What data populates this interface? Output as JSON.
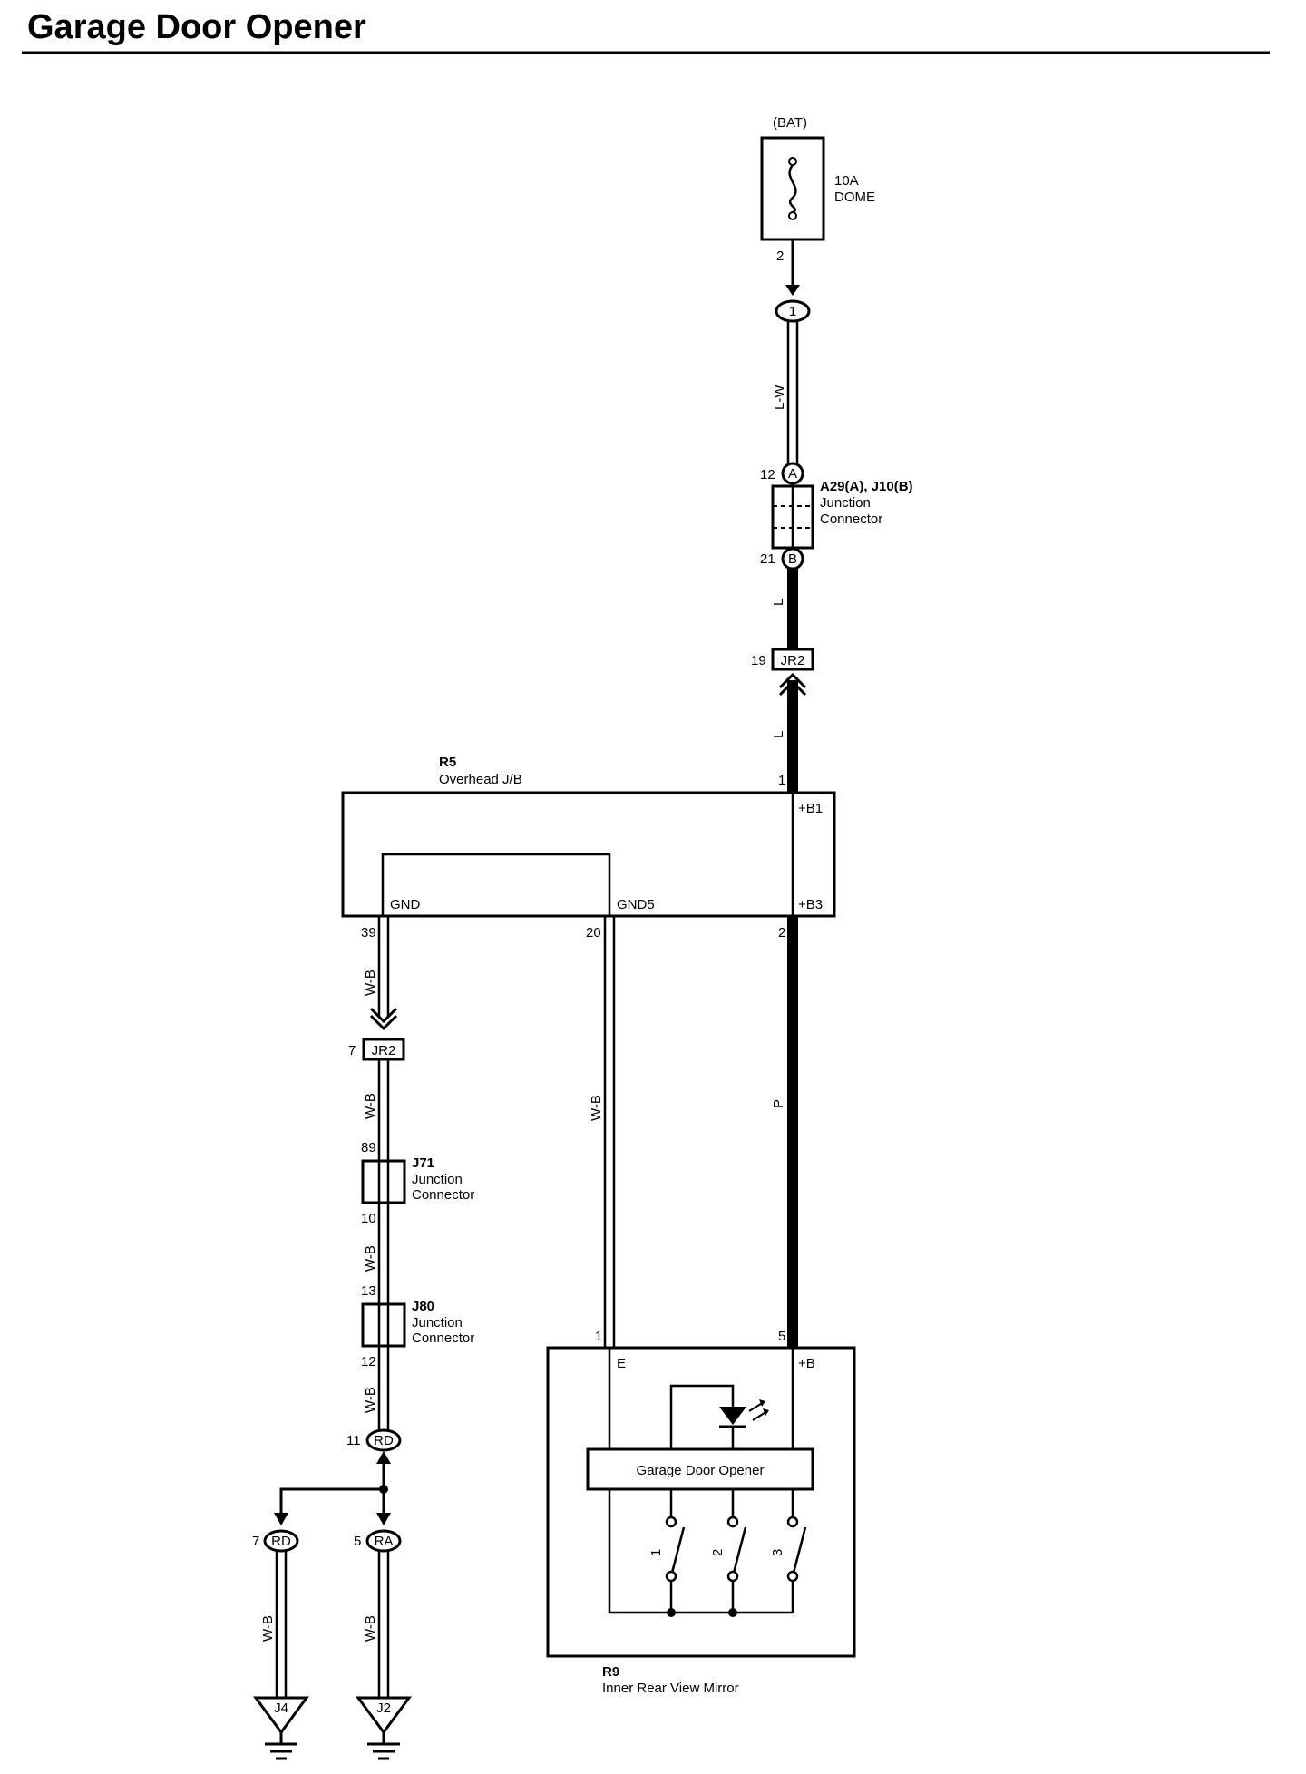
{
  "title": "Garage Door Opener",
  "fuse": {
    "source": "(BAT)",
    "rating": "10A",
    "name": "DOME",
    "pin": "2"
  },
  "connectors": {
    "c1": "1",
    "junction_top": {
      "id": "A29(A), J10(B)",
      "name1": "Junction",
      "name2": "Connector",
      "pin_a": "12",
      "pin_b": "21",
      "tag_a": "A",
      "tag_b": "B"
    },
    "jr2_top": {
      "tag": "JR2",
      "pin": "19"
    },
    "jr2_left": {
      "tag": "JR2",
      "pin": "7"
    },
    "j71": {
      "id": "J71",
      "name1": "Junction",
      "name2": "Connector",
      "pin_in": "89",
      "pin_out": "10"
    },
    "j80": {
      "id": "J80",
      "name1": "Junction",
      "name2": "Connector",
      "pin_in": "13",
      "pin_out": "12"
    },
    "rd_top": {
      "tag": "RD",
      "pin": "11"
    },
    "rd_bottom": {
      "tag": "RD",
      "pin": "7"
    },
    "ra_bottom": {
      "tag": "RA",
      "pin": "5"
    }
  },
  "wires": {
    "lw": "L-W",
    "l1": "L",
    "l2": "L",
    "wb": "W-B",
    "p": "P"
  },
  "jb": {
    "id": "R5",
    "name": "Overhead J/B",
    "pin_b1": "1",
    "b1": "+B1",
    "b3": "+B3",
    "gnd": "GND",
    "gnd5": "GND5",
    "pin_gnd": "39",
    "pin_gnd5": "20",
    "pin_b3": "2"
  },
  "mirror": {
    "id": "R9",
    "name": "Inner Rear View Mirror",
    "module": "Garage Door Opener",
    "e": "E",
    "b": "+B",
    "pin_e": "1",
    "pin_b": "5",
    "switches": [
      "1",
      "2",
      "3"
    ]
  },
  "grounds": [
    "J4",
    "J2"
  ]
}
